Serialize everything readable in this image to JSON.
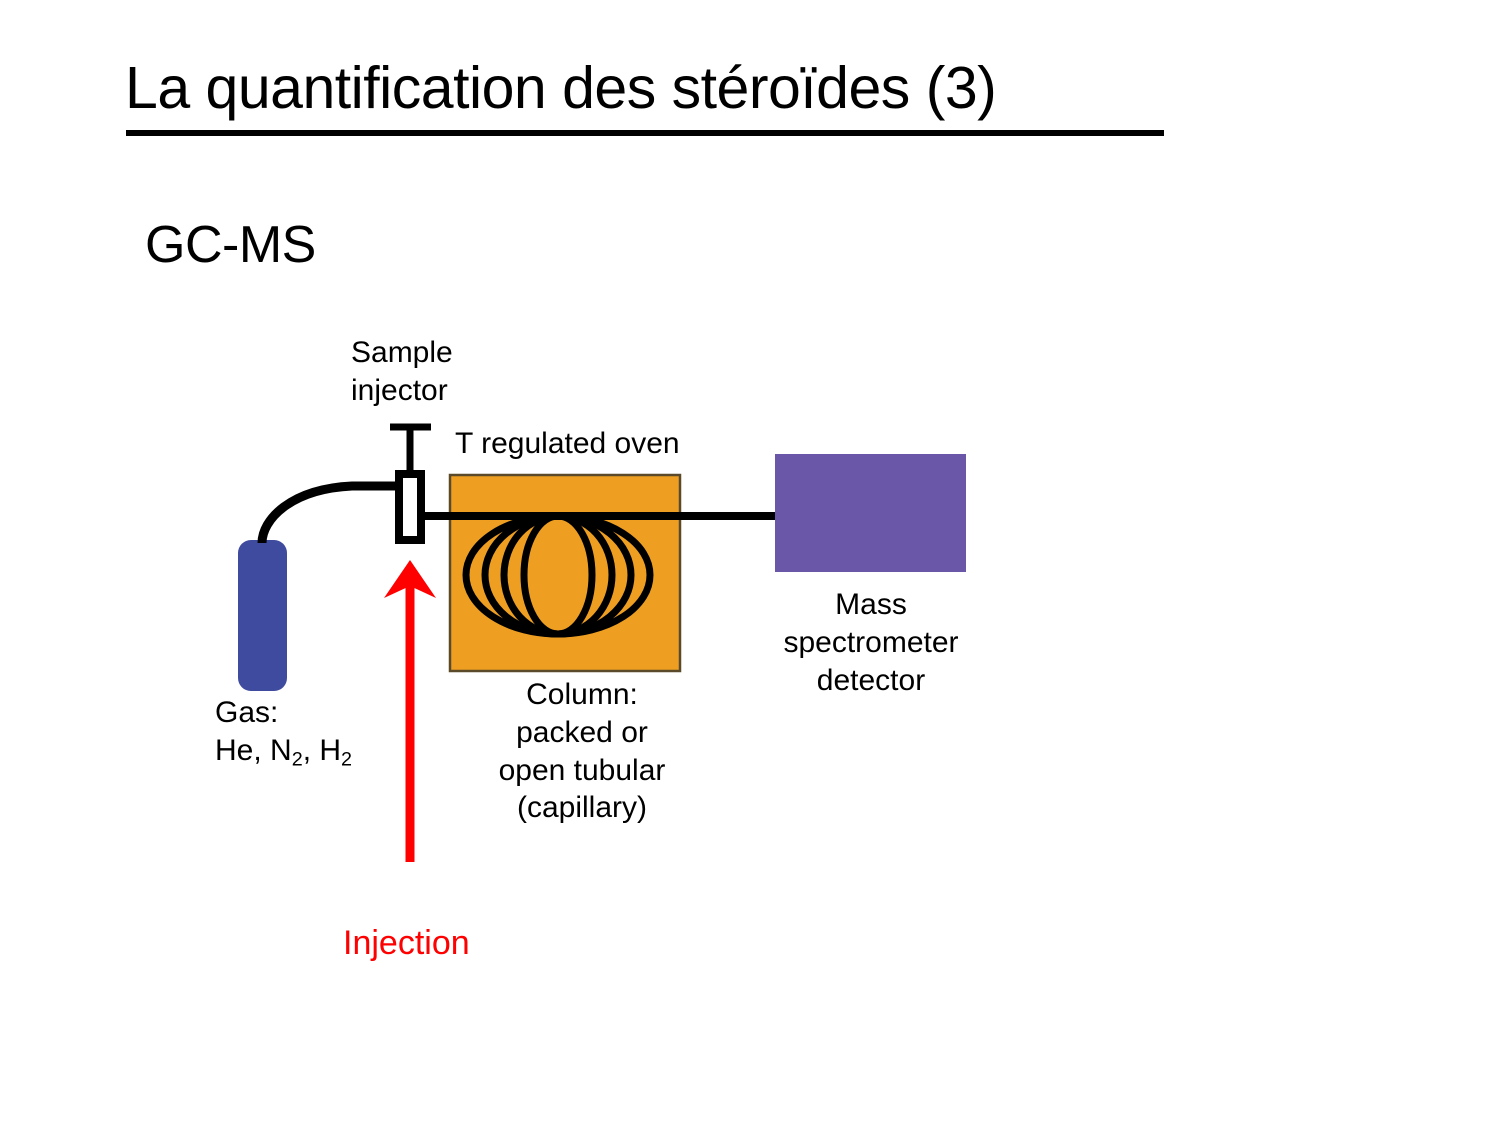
{
  "slide": {
    "title": "La quantification des stéroïdes (3)",
    "subtitle": "GC-MS",
    "background_color": "#FFFFFF",
    "title_color": "#000000"
  },
  "diagram": {
    "name": "gc-ms-instrument-schematic",
    "labels": {
      "sample_injector": "Sample\ninjector",
      "oven": "T regulated oven",
      "gas_line1": "Gas:",
      "gas_line2_prefix": "He, N",
      "gas_line2_mid": ", H",
      "gas_subscript": "2",
      "column": "Column:\npacked or\nopen tubular\n(capillary)",
      "mass_spectrometer": "Mass\nspectrometer\ndetector",
      "injection": "Injection"
    },
    "colors": {
      "oven_fill": "#EE9F22",
      "oven_stroke": "#5A4A2A",
      "gas_cylinder_fill": "#3F4B9E",
      "detector_fill": "#6B57A8",
      "tubing": "#000000",
      "injection_arrow": "#FF0000",
      "injector_fill": "#FFFFFF"
    },
    "parts": [
      "gas-cylinder",
      "gas-tubing",
      "sample-injector",
      "t-regulated-oven",
      "capillary-column-coil",
      "transfer-line",
      "mass-spectrometer-detector",
      "injection-arrow"
    ]
  }
}
